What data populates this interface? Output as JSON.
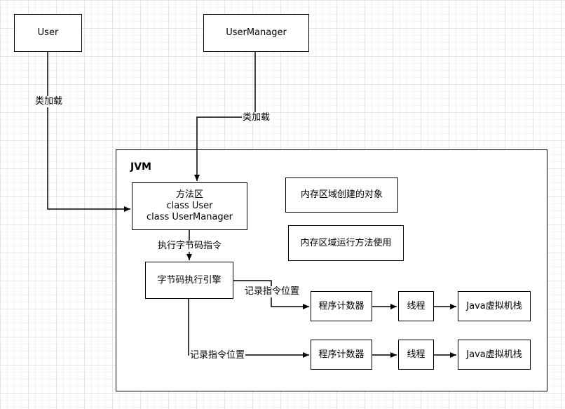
{
  "nodes": {
    "user": "User",
    "user_manager": "UserManager",
    "jvm_title": "JVM",
    "method_area": {
      "title": "方法区",
      "line1": "class User",
      "line2": "class UserManager"
    },
    "heap_objects": "内存区域创建的对象",
    "stack_methods": "内存区域运行方法使用",
    "engine": "字节码执行引擎",
    "pc_1": "程序计数器",
    "pc_2": "程序计数器",
    "thread_1": "线程",
    "thread_2": "线程",
    "jvm_stack_1": "Java虚拟机栈",
    "jvm_stack_2": "Java虚拟机栈"
  },
  "edges": {
    "load_user": "类加载",
    "load_user_manager": "类加载",
    "exec_bytecode": "执行字节码指令",
    "record_pos_1": "记录指令位置",
    "record_pos_2": "记录指令位置"
  },
  "colors": {
    "stroke": "#000000",
    "grid": "#e6e6e6",
    "background": "#ffffff"
  }
}
